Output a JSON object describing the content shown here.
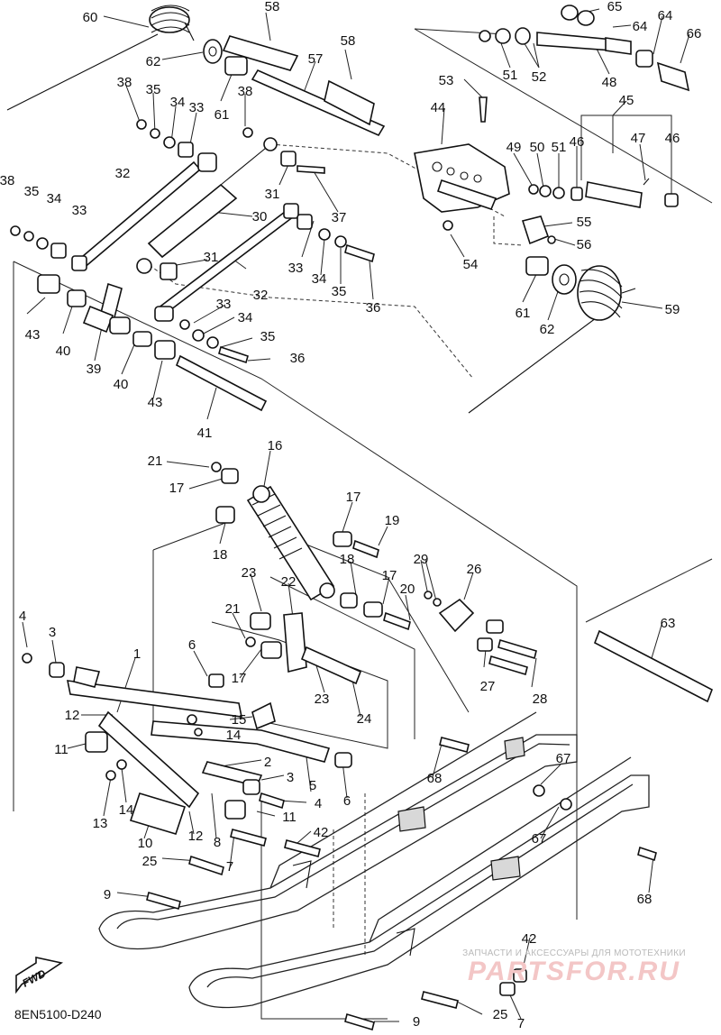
{
  "diagram": {
    "drawing_code": "8EN5100-D240",
    "fwd_label": "FWD",
    "watermark": {
      "subtitle": "ЗАПЧАСТИ И АКСЕССУАРЫ ДЛЯ МОТОТЕХНИКИ",
      "brand": "PARTSFOR.RU"
    },
    "callouts": [
      {
        "id": "c60a",
        "label": "60"
      },
      {
        "id": "c58a",
        "label": "58"
      },
      {
        "id": "c58b",
        "label": "58"
      },
      {
        "id": "c57",
        "label": "57"
      },
      {
        "id": "c62a",
        "label": "62"
      },
      {
        "id": "c65",
        "label": "65"
      },
      {
        "id": "c64a",
        "label": "64"
      },
      {
        "id": "c64b",
        "label": "64"
      },
      {
        "id": "c66",
        "label": "66"
      },
      {
        "id": "c51a",
        "label": "51"
      },
      {
        "id": "c52",
        "label": "52"
      },
      {
        "id": "c48",
        "label": "48"
      },
      {
        "id": "c53",
        "label": "53"
      },
      {
        "id": "c45",
        "label": "45"
      },
      {
        "id": "c44",
        "label": "44"
      },
      {
        "id": "c49",
        "label": "49"
      },
      {
        "id": "c50",
        "label": "50"
      },
      {
        "id": "c51b",
        "label": "51"
      },
      {
        "id": "c46a",
        "label": "46"
      },
      {
        "id": "c47",
        "label": "47"
      },
      {
        "id": "c46b",
        "label": "46"
      },
      {
        "id": "c38a",
        "label": "38"
      },
      {
        "id": "c35a",
        "label": "35"
      },
      {
        "id": "c34a",
        "label": "34"
      },
      {
        "id": "c33a",
        "label": "33"
      },
      {
        "id": "c38b",
        "label": "38"
      },
      {
        "id": "c61a",
        "label": "61"
      },
      {
        "id": "c32a",
        "label": "32"
      },
      {
        "id": "c31a",
        "label": "31"
      },
      {
        "id": "c37",
        "label": "37"
      },
      {
        "id": "c30",
        "label": "30"
      },
      {
        "id": "c38c",
        "label": "38"
      },
      {
        "id": "c35b",
        "label": "35"
      },
      {
        "id": "c34b",
        "label": "34"
      },
      {
        "id": "c33b",
        "label": "33"
      },
      {
        "id": "c55",
        "label": "55"
      },
      {
        "id": "c56",
        "label": "56"
      },
      {
        "id": "c54",
        "label": "54"
      },
      {
        "id": "c31b",
        "label": "31"
      },
      {
        "id": "c33c",
        "label": "33"
      },
      {
        "id": "c34c",
        "label": "34"
      },
      {
        "id": "c35c",
        "label": "35"
      },
      {
        "id": "c36a",
        "label": "36"
      },
      {
        "id": "c32b",
        "label": "32"
      },
      {
        "id": "c61b",
        "label": "61"
      },
      {
        "id": "c62b",
        "label": "62"
      },
      {
        "id": "c59",
        "label": "59"
      },
      {
        "id": "c43a",
        "label": "43"
      },
      {
        "id": "c40a",
        "label": "40"
      },
      {
        "id": "c39",
        "label": "39"
      },
      {
        "id": "c33d",
        "label": "33"
      },
      {
        "id": "c34d",
        "label": "34"
      },
      {
        "id": "c35d",
        "label": "35"
      },
      {
        "id": "c36b",
        "label": "36"
      },
      {
        "id": "c40b",
        "label": "40"
      },
      {
        "id": "c43b",
        "label": "43"
      },
      {
        "id": "c41",
        "label": "41"
      },
      {
        "id": "c16",
        "label": "16"
      },
      {
        "id": "c21a",
        "label": "21"
      },
      {
        "id": "c17a",
        "label": "17"
      },
      {
        "id": "c18a",
        "label": "18"
      },
      {
        "id": "c17b",
        "label": "17"
      },
      {
        "id": "c19",
        "label": "19"
      },
      {
        "id": "c18b",
        "label": "18"
      },
      {
        "id": "c17c",
        "label": "17"
      },
      {
        "id": "c29",
        "label": "29"
      },
      {
        "id": "c26",
        "label": "26"
      },
      {
        "id": "c20",
        "label": "20"
      },
      {
        "id": "c23a",
        "label": "23"
      },
      {
        "id": "c22",
        "label": "22"
      },
      {
        "id": "c21b",
        "label": "21"
      },
      {
        "id": "c4a",
        "label": "4"
      },
      {
        "id": "c3a",
        "label": "3"
      },
      {
        "id": "c1",
        "label": "1"
      },
      {
        "id": "c6a",
        "label": "6"
      },
      {
        "id": "c17d",
        "label": "17"
      },
      {
        "id": "c23b",
        "label": "23"
      },
      {
        "id": "c24",
        "label": "24"
      },
      {
        "id": "c27",
        "label": "27"
      },
      {
        "id": "c28",
        "label": "28"
      },
      {
        "id": "c63",
        "label": "63"
      },
      {
        "id": "c12a",
        "label": "12"
      },
      {
        "id": "c15",
        "label": "15"
      },
      {
        "id": "c14a",
        "label": "14"
      },
      {
        "id": "c11a",
        "label": "11"
      },
      {
        "id": "c2",
        "label": "2"
      },
      {
        "id": "c3b",
        "label": "3"
      },
      {
        "id": "c5",
        "label": "5"
      },
      {
        "id": "c6b",
        "label": "6"
      },
      {
        "id": "c4b",
        "label": "4"
      },
      {
        "id": "c67a",
        "label": "67"
      },
      {
        "id": "c68a",
        "label": "68"
      },
      {
        "id": "c13",
        "label": "13"
      },
      {
        "id": "c14b",
        "label": "14"
      },
      {
        "id": "c10",
        "label": "10"
      },
      {
        "id": "c12b",
        "label": "12"
      },
      {
        "id": "c8",
        "label": "8"
      },
      {
        "id": "c11b",
        "label": "11"
      },
      {
        "id": "c42a",
        "label": "42"
      },
      {
        "id": "c67b",
        "label": "67"
      },
      {
        "id": "c25a",
        "label": "25"
      },
      {
        "id": "c7a",
        "label": "7"
      },
      {
        "id": "c68b",
        "label": "68"
      },
      {
        "id": "c9a",
        "label": "9"
      },
      {
        "id": "c42b",
        "label": "42"
      },
      {
        "id": "c25b",
        "label": "25"
      },
      {
        "id": "c7b",
        "label": "7"
      },
      {
        "id": "c9b",
        "label": "9"
      }
    ]
  }
}
